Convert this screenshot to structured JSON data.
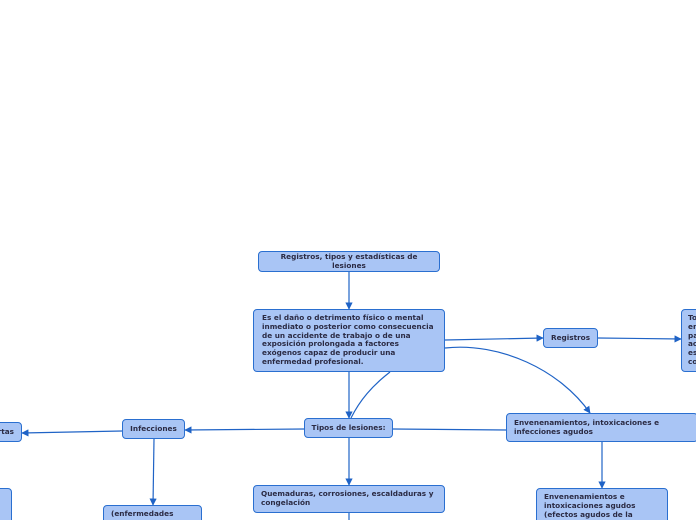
{
  "nodes": {
    "title": "Registros, tipos y estadísticas de lesiones",
    "definition": "Es el daño o detrimento físico o mental inmediato o posterior como consecuencia de un accidente de trabajo o de una exposición prolongada a factores exógenos capaz de producir una enfermedad profesional.",
    "types": "Tipos de lesiones:",
    "registers": "Registros",
    "registers_detail": "To\nen\npa\nac\nes\nco",
    "infections": "Infecciones",
    "infections_left": "rtas",
    "poisonings": "Envenenamientos, intoxicaciones e infecciones agudos",
    "burns": "Quemaduras, corrosiones, escaldaduras y congelación",
    "poisonings_detail": "Envenenamientos e intoxicaciones agudos (efectos agudos de la",
    "diseases": "(enfermedades"
  },
  "colors": {
    "node_fill": "#a9c5f5",
    "node_border": "#2a6fd0",
    "connector": "#1f63c6",
    "text": "#2b2b44"
  }
}
